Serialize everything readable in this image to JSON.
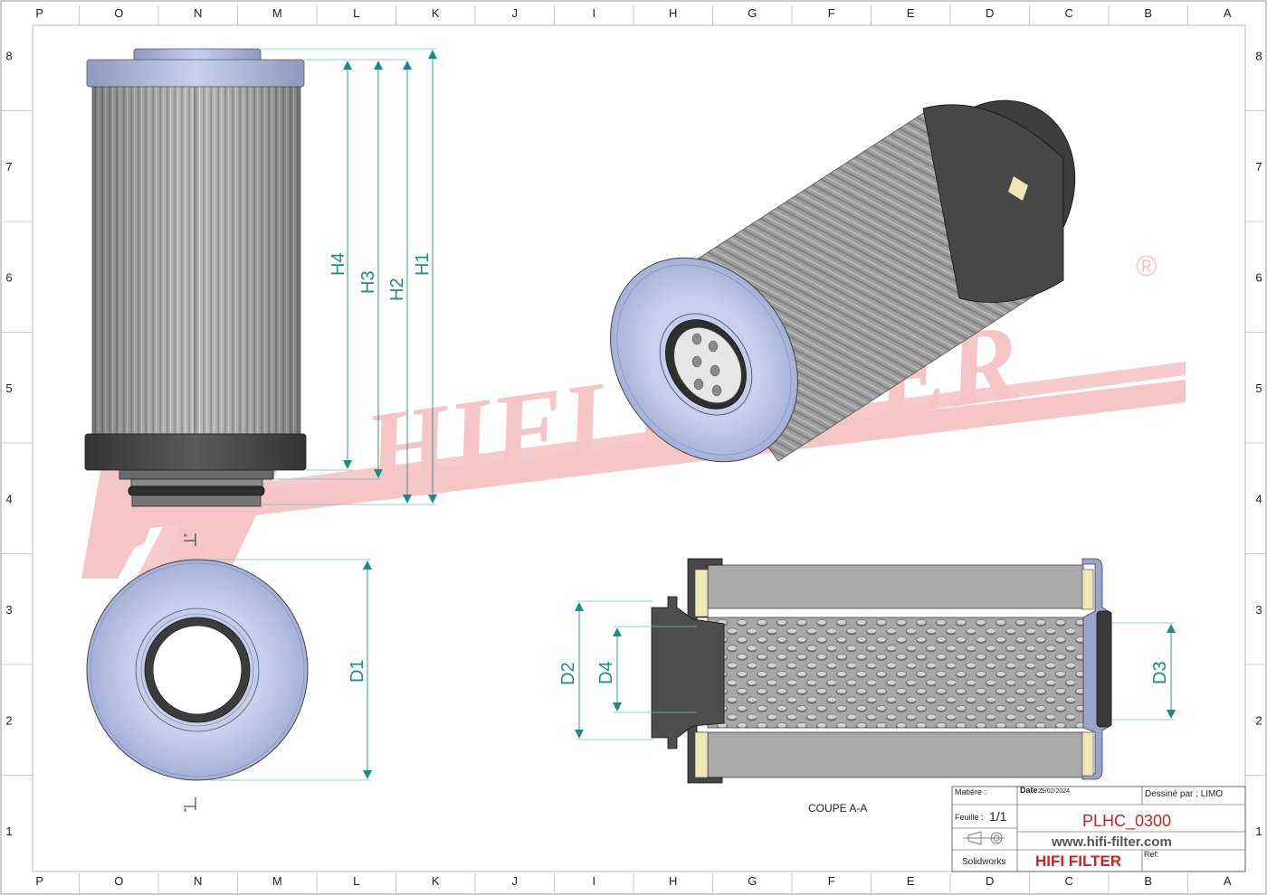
{
  "grid": {
    "letters": [
      "P",
      "O",
      "N",
      "M",
      "L",
      "K",
      "J",
      "I",
      "H",
      "G",
      "F",
      "E",
      "D",
      "C",
      "B",
      "A"
    ],
    "numbers": [
      "8",
      "7",
      "6",
      "5",
      "4",
      "3",
      "2",
      "1"
    ]
  },
  "watermark": {
    "text": "HIFI FILTER",
    "registered": "®",
    "color": "#f6c5c5"
  },
  "dimensions": {
    "h1": "H1",
    "h2": "H2",
    "h3": "H3",
    "h4": "H4",
    "d1": "D1",
    "d2": "D2",
    "d3": "D3",
    "d4": "D4"
  },
  "section_marks": {
    "top": "A",
    "bottom": "A"
  },
  "section_caption": "COUPE A-A",
  "title_block": {
    "material_label": "Matière :",
    "date_label": "Date :",
    "date_value": "29/02/2024",
    "drawn_by": "Dessiné par : LIMO",
    "sheet_label": "Feuille :",
    "sheet_value": "1/1",
    "part_code": "PLHC_0300",
    "website": "www.hifi-filter.com",
    "software": "Solidworks",
    "brand": "HIFI FILTER",
    "ref_label": "Ref:"
  },
  "colors": {
    "dimension": "#1f8a8a",
    "brand_red": "#d31f1f",
    "cap_blue": "#b7c3e8",
    "rubber": "#4a4a4a",
    "pleat": "#9a9a9a"
  },
  "icons": [
    "projection-symbol-icon"
  ]
}
